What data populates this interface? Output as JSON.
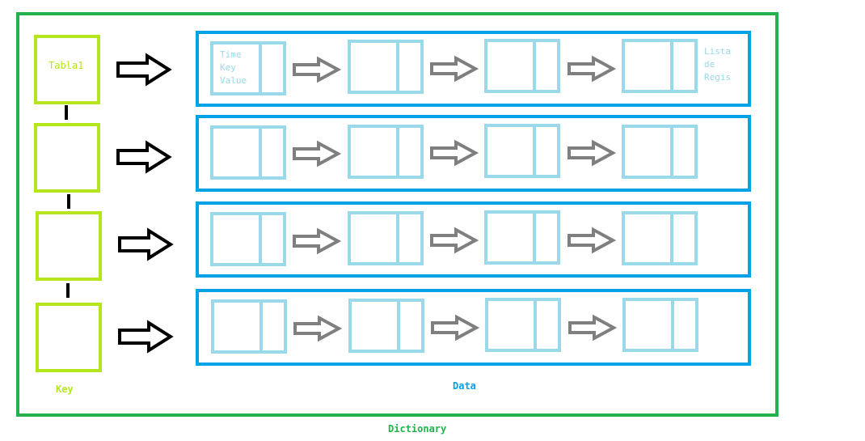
{
  "diagram": {
    "dictionary_label": "Dictionary",
    "key_label": "Key",
    "data_label": "Data",
    "first_key_text": "Tabla1",
    "first_node_fields": [
      "Time",
      "Key",
      "Value"
    ],
    "list_label_lines": [
      "Lista",
      "de",
      "Regis"
    ],
    "colors": {
      "dictionary": "#22b14c",
      "key": "#b5e61d",
      "data_row": "#00a2e8",
      "node": "#99d9ea",
      "key_arrow": "#000000",
      "node_arrow": "#7f7f7f"
    }
  }
}
